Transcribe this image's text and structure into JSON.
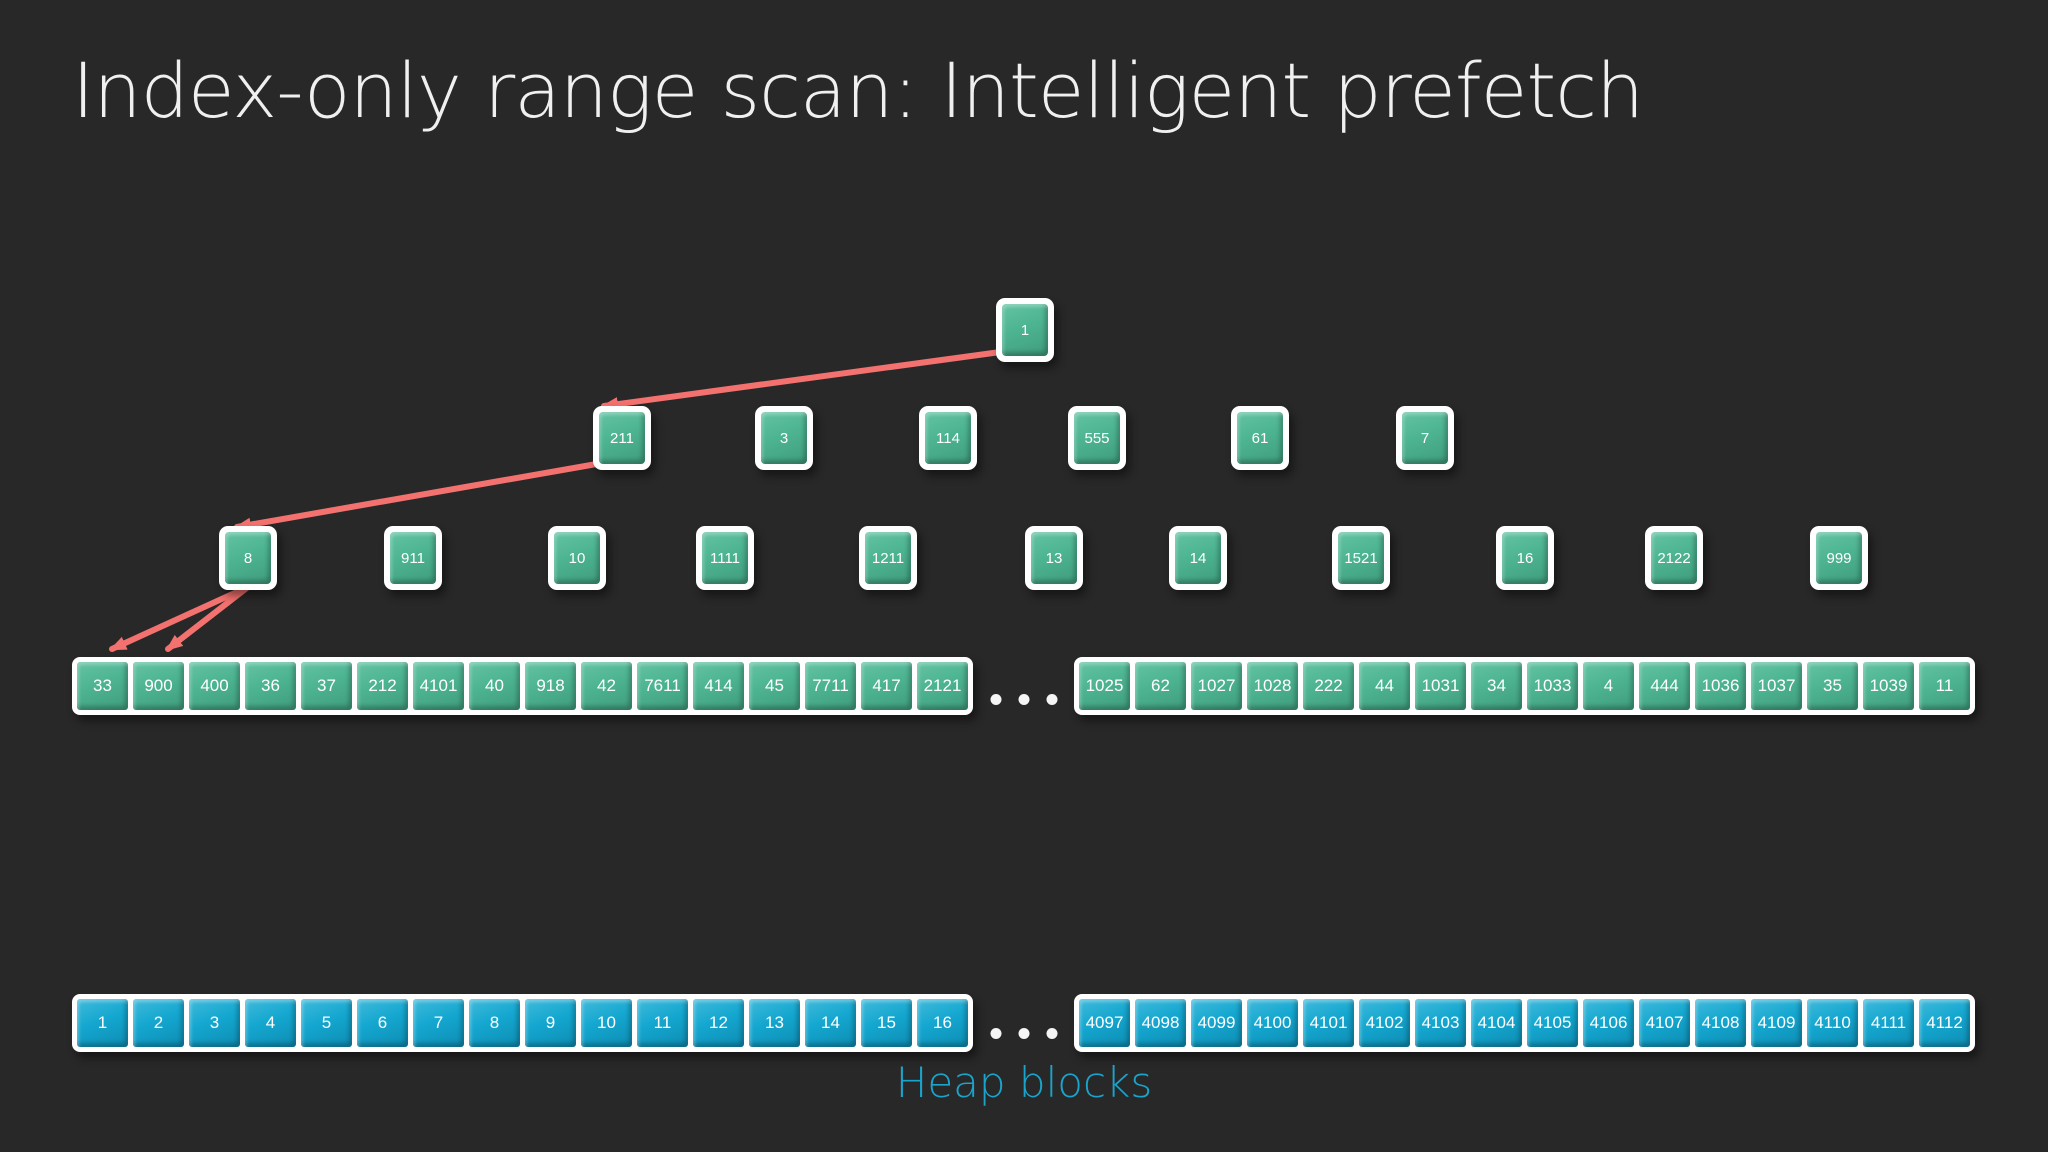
{
  "slide": {
    "title": "Index-only range scan: Intelligent prefetch",
    "heap_label": "Heap blocks",
    "ellipsis": "..."
  },
  "colors": {
    "background": "#282828",
    "index_node_green": "#4DB492",
    "heap_block_blue": "#14A7D0",
    "arrow_red": "#F3716E",
    "heap_label_blue": "#1BA4CB",
    "node_border_white": "#FFFFFF",
    "title_text": "#F0F0F0"
  },
  "btree": {
    "root": "1",
    "internal_level_1": [
      "211",
      "3",
      "114",
      "555",
      "61",
      "7"
    ],
    "internal_level_2": [
      "8",
      "911",
      "10",
      "1111",
      "1211",
      "13",
      "14",
      "1521",
      "16",
      "2122",
      "999"
    ],
    "leaf_left": [
      "33",
      "900",
      "400",
      "36",
      "37",
      "212",
      "4101",
      "40",
      "918",
      "42",
      "7611",
      "414",
      "45",
      "7711",
      "417",
      "2121"
    ],
    "leaf_right": [
      "1025",
      "62",
      "1027",
      "1028",
      "222",
      "44",
      "1031",
      "34",
      "1033",
      "4",
      "444",
      "1036",
      "1037",
      "35",
      "1039",
      "11"
    ]
  },
  "heap": {
    "left": [
      "1",
      "2",
      "3",
      "4",
      "5",
      "6",
      "7",
      "8",
      "9",
      "10",
      "11",
      "12",
      "13",
      "14",
      "15",
      "16"
    ],
    "right": [
      "4097",
      "4098",
      "4099",
      "4100",
      "4101",
      "4102",
      "4103",
      "4104",
      "4105",
      "4106",
      "4107",
      "4108",
      "4109",
      "4110",
      "4111",
      "4112"
    ]
  },
  "arrows": [
    {
      "from": "1",
      "to": "211"
    },
    {
      "from": "211",
      "to": "8"
    },
    {
      "from": "8",
      "to": "33"
    },
    {
      "from": "8",
      "to": "900"
    }
  ]
}
